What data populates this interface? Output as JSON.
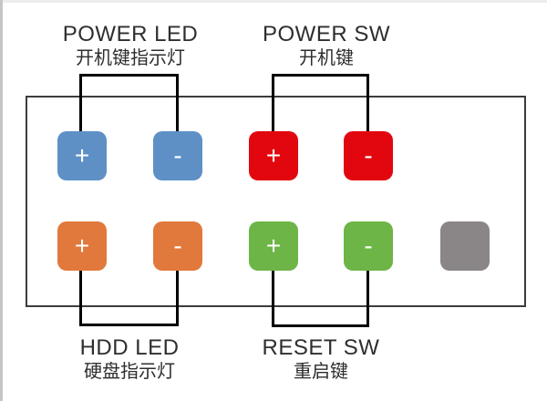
{
  "diagram": {
    "type": "front-panel-connector-pinout",
    "background": "#FFFFFF",
    "panel_border_color": "#3C3C3C",
    "connectors": {
      "power_led": {
        "label_en": "POWER LED",
        "label_zh": "开机键指示灯",
        "pins": [
          "+",
          "-"
        ],
        "pin_color": "#5E90C6",
        "wire_color": "#3E6CA4",
        "label_position": "top"
      },
      "power_sw": {
        "label_en": "POWER SW",
        "label_zh": "开机键",
        "pins": [
          "+",
          "-"
        ],
        "pin_color": "#E2070F",
        "wire_color": "#C40A16",
        "label_position": "top"
      },
      "hdd_led": {
        "label_en": "HDD LED",
        "label_zh": "硬盘指示灯",
        "pins": [
          "+",
          "-"
        ],
        "pin_color": "#E0793B",
        "wire_color": "#D9813E",
        "label_position": "bottom"
      },
      "reset_sw": {
        "label_en": "RESET SW",
        "label_zh": "重启键",
        "pins": [
          "+",
          "-"
        ],
        "pin_color": "#6CB546",
        "wire_color": "#7ABD55",
        "label_position": "bottom"
      },
      "unused": {
        "label_en": "",
        "label_zh": "",
        "pins": [
          ""
        ],
        "pin_color": "#8A8688"
      }
    }
  }
}
